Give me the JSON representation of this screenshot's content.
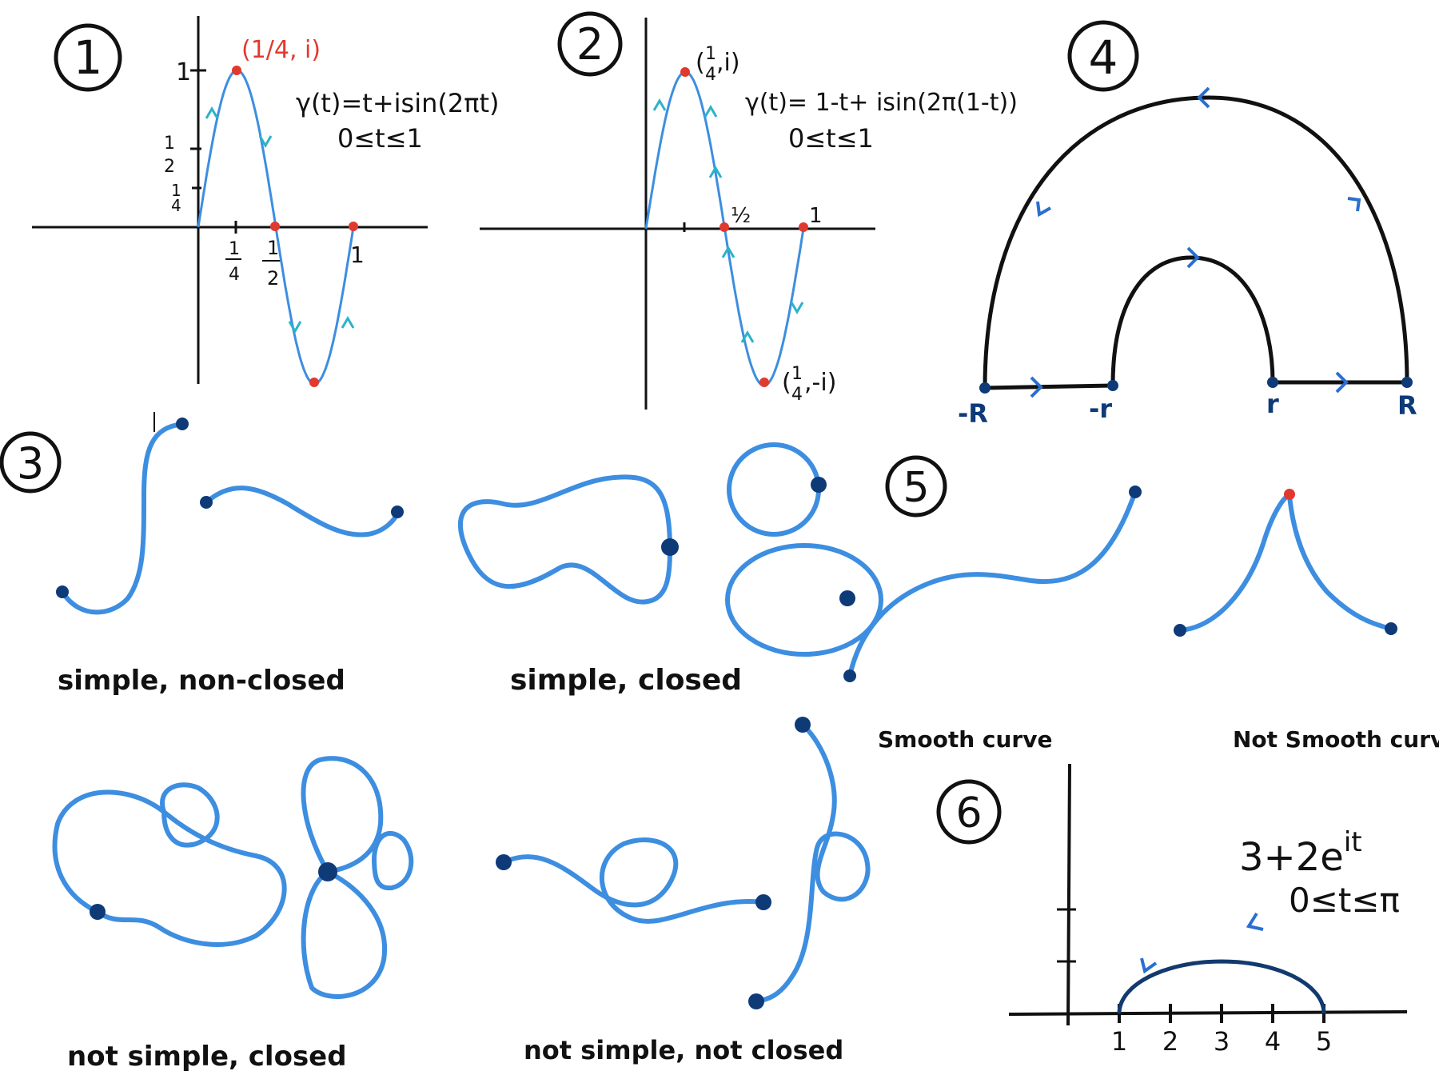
{
  "colors": {
    "ink": "#111111",
    "curve": "#3d8ee0",
    "arrow": "#2bb3c9",
    "point": "#0e3a78",
    "highlight": "#e03a2f",
    "dark_curve": "#123a6e"
  },
  "panel1": {
    "number": "1",
    "curve_label": "γ(t)=t+isin(2πt)",
    "range_label": "0≤t≤1",
    "point_label": "(1/4, i)",
    "y_ticks": {
      "one": "1",
      "half_n": "1",
      "half_d": "2",
      "quarter_n": "1",
      "quarter_d": "4"
    },
    "x_ticks": {
      "quarter_n": "1",
      "quarter_d": "4",
      "half_n": "1",
      "half_d": "2",
      "one": "1"
    }
  },
  "panel2": {
    "number": "2",
    "curve_label": "γ(t)= 1-t+ isin(2π(1-t))",
    "range_label": "0≤t≤1",
    "top_point": {
      "open": "(",
      "num": "1",
      "den": "4",
      "tail": ",i)"
    },
    "bottom_point": {
      "open": "(",
      "num": "1",
      "den": "4",
      "tail": ",-i)"
    },
    "half_label": "½",
    "one_label": "1"
  },
  "panel3": {
    "number": "3",
    "captions": {
      "simple_nonclosed": "simple, non-closed",
      "simple_closed": "simple, closed",
      "notsimple_closed": "not simple, closed",
      "notsimple_notclosed": "not simple, not closed"
    }
  },
  "panel4": {
    "number": "4",
    "labels": {
      "minus_R": "-R",
      "minus_r": "-r",
      "r": "r",
      "R": "R"
    }
  },
  "panel5": {
    "number": "5",
    "smooth_caption": "Smooth curve",
    "not_smooth_caption": "Not Smooth curve"
  },
  "panel6": {
    "number": "6",
    "formula_base": "3+2e",
    "formula_exp": "it",
    "range_label": "0≤t≤π",
    "x_ticks": [
      "1",
      "2",
      "3",
      "4",
      "5"
    ]
  }
}
